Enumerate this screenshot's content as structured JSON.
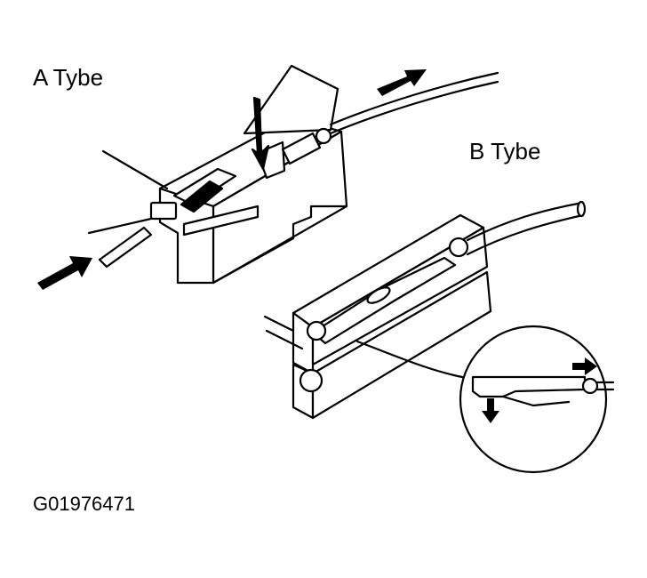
{
  "labels": {
    "a_type": "A Tybe",
    "b_type": "B Tybe",
    "figure_code": "G01976471"
  }
}
